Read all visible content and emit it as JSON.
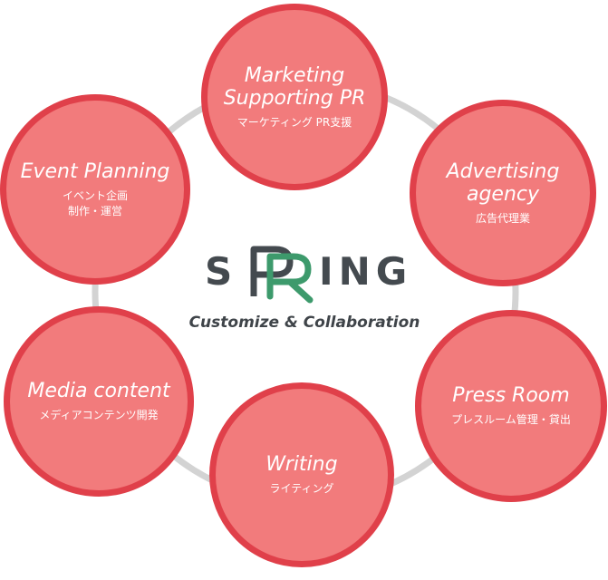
{
  "logo": {
    "text": "SPRING",
    "left_letter": "S",
    "right_letters": "ING"
  },
  "tagline": "Customize & Collaboration",
  "colors": {
    "node_fill": "#f27b7c",
    "node_border": "#e0404a",
    "ring": "#d3d3d3",
    "logo_gray": "#444a4f",
    "logo_green": "#3d9a6c"
  },
  "nodes": [
    {
      "id": "marketing",
      "en": "Marketing\nSupporting PR",
      "jp": "マーケティング PR支援"
    },
    {
      "id": "advertising",
      "en": "Advertising\nagency",
      "jp": "広告代理業"
    },
    {
      "id": "press",
      "en": "Press Room",
      "jp": "プレスルーム管理・貸出"
    },
    {
      "id": "writing",
      "en": "Writing",
      "jp": "ライティング"
    },
    {
      "id": "media",
      "en": "Media content",
      "jp": "メディアコンテンツ開発"
    },
    {
      "id": "event",
      "en": "Event Planning",
      "jp": "イベント企画\n制作・運営"
    }
  ]
}
